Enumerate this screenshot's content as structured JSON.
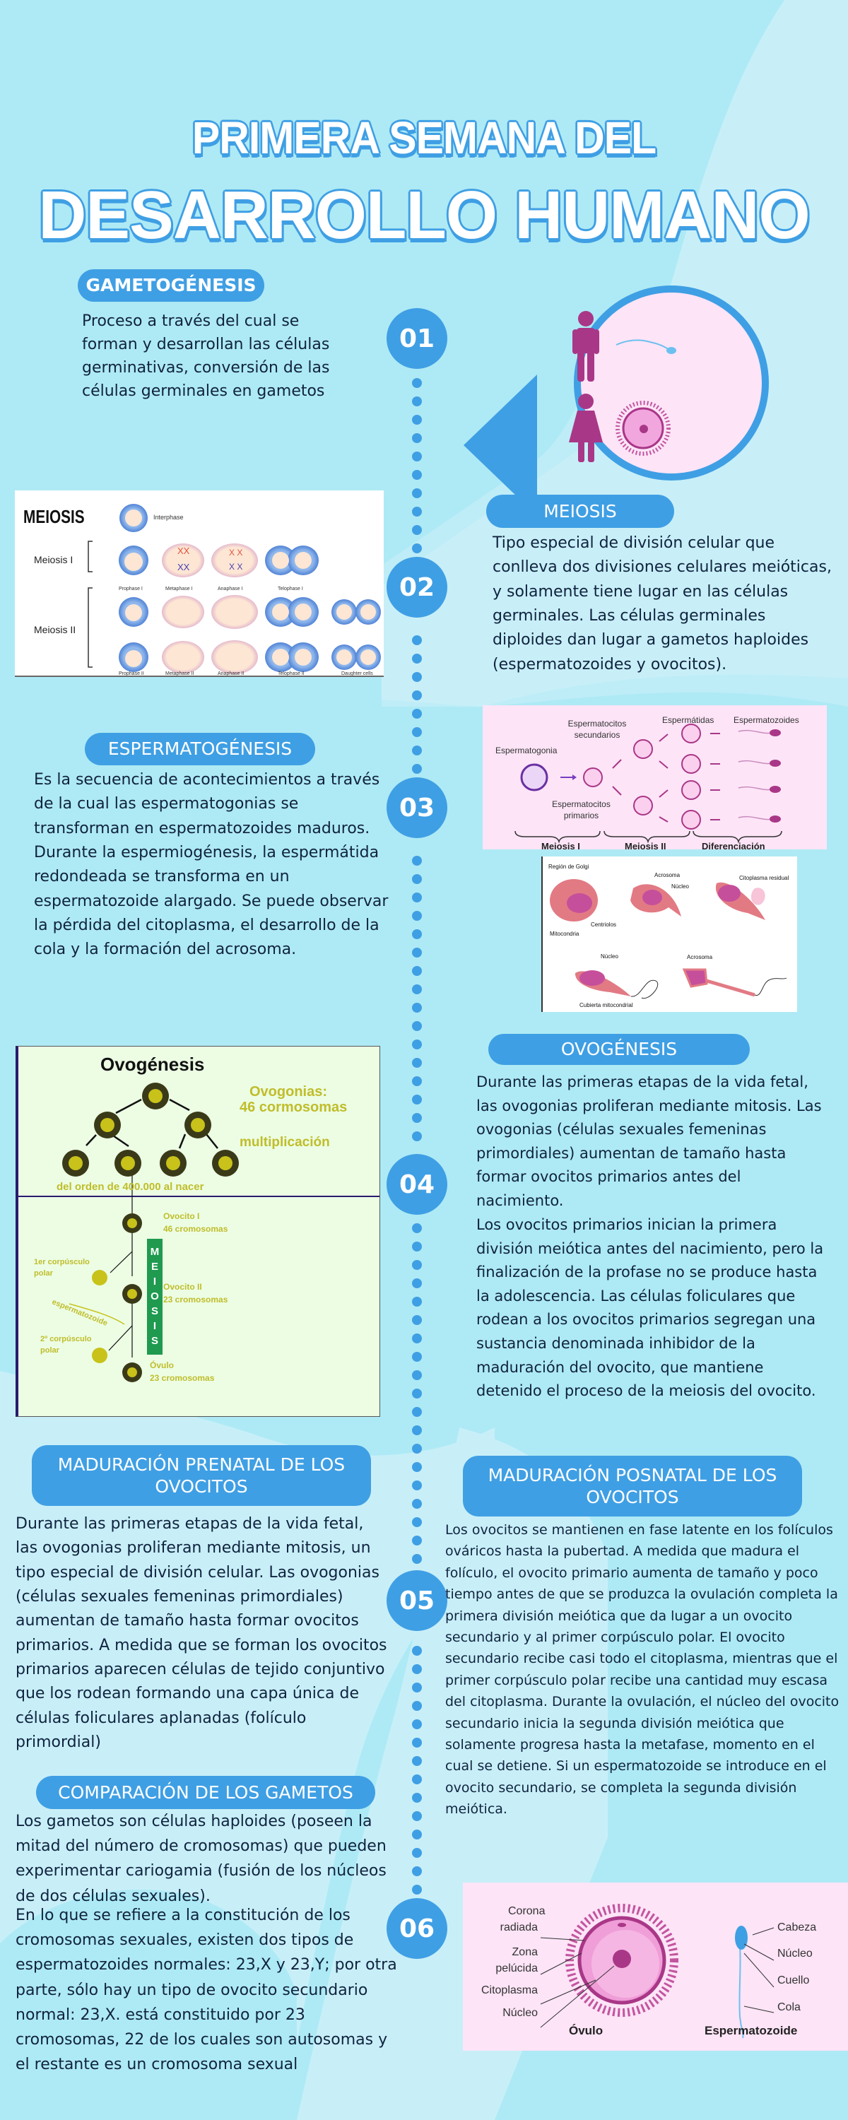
{
  "colors": {
    "background": "#aeeaf5",
    "background_light": "#c8eff8",
    "accent_blue": "#3f9fe4",
    "text_dark": "#10233f",
    "panel_pink": "#fde4f7",
    "magenta": "#a93787"
  },
  "title": {
    "line1": "PRIMERA SEMANA DEL",
    "line2": "DESARROLLO HUMANO"
  },
  "timeline": {
    "badges": [
      "01",
      "02",
      "03",
      "04",
      "05",
      "06"
    ]
  },
  "sections": {
    "gametogenesis": {
      "heading": "GAMETOGÉNESIS",
      "text": "Proceso a través del cual se forman y desarrollan las células germinativas, conversión de las células germinales en gametos",
      "illustration_icons": [
        "male-person-icon",
        "female-person-icon",
        "sperm-icon",
        "ovum-icon"
      ]
    },
    "meiosis": {
      "heading": "MEIOSIS",
      "text": "Tipo especial de división celular que conlleva dos divisiones celulares meióticas, y solamente tiene lugar en las células germinales. Las células germinales diploides dan lugar a gametos haploides (espermatozoides y ovocitos).",
      "diagram": {
        "title": "MEIOSIS",
        "interphase": "Interphase",
        "row_labels": [
          "Meiosis I",
          "Meiosis II"
        ],
        "phases_1": [
          "Prophase I",
          "Metaphase I",
          "Anaphase I",
          "Telophase I"
        ],
        "phases_2": [
          "Prophase II",
          "Metaphase II",
          "Anaphase II",
          "Telophase II",
          "Daughter cells"
        ]
      }
    },
    "espermatogenesis": {
      "heading": "ESPERMATOGÉNESIS",
      "text": "Es la secuencia de acontecimientos a través de la cual las espermatogonias se transforman en espermatozoides maduros. Durante la espermiogénesis, la espermátida redondeada se transforma en un espermatozoide alargado. Se puede observar la pérdida del citoplasma, el desarrollo de la cola y la formación del acrosoma.",
      "diagram1": {
        "espermatogonia": "Espermatogonia",
        "primarios": "Espermatocitos primarios",
        "secundarios": "Espermatocitos secundarios",
        "espermatidas": "Espermátidas",
        "espermatozoides": "Espermatozoides",
        "stages": [
          "Meiosis I",
          "Meiosis II",
          "Diferenciación"
        ]
      },
      "diagram2": {
        "golgi": "Región de Golgi",
        "centriolos": "Centriolos",
        "mitocondria": "Mitocondria",
        "acrosoma1": "Acrosoma",
        "nucleo1": "Núcleo",
        "citoplasma": "Citoplasma residual",
        "nucleo2": "Núcleo",
        "cubierta": "Cubierta mitocondrial",
        "acrosoma2": "Acrosoma"
      }
    },
    "ovogenesis": {
      "heading": "OVOGÉNESIS",
      "text": "Durante las primeras etapas de la vida fetal, las ovogonias proliferan mediante mitosis. Las ovogonias (células sexuales femeninas primordiales) aumentan de tamaño hasta formar ovocitos primarios antes del nacimiento.",
      "text2": "Los ovocitos primarios inician la primera división meiótica antes del nacimiento, pero la finalización de la profase no se produce hasta la adolescencia. Las células foliculares que rodean a los ovocitos primarios segregan una sustancia denominada inhibidor de la maduración del ovocito, que mantiene detenido el proceso de la meiosis del ovocito.",
      "diagram": {
        "title": "Ovogénesis",
        "ovogonias": "Ovogonias:",
        "ovogonias_count": "46 cormosomas",
        "multiplicacion": "multiplicación",
        "orden": "del orden de 400.000 al nacer",
        "ovocito1": "Ovocito I",
        "ovocito1_count": "46 cromosomas",
        "ovocito2": "Ovocito II",
        "ovocito2_count": "23 cromosomas",
        "ovulo": "Óvulo",
        "ovulo_count": "23 cromosomas",
        "corp1": "1er corpúsculo",
        "corp2": "2º corpúsculo",
        "polar": "polar",
        "espermatozoide": "espermatozoide",
        "meiosis_letters": [
          "M",
          "E",
          "I",
          "O",
          "S",
          "I",
          "S"
        ]
      }
    },
    "prenatal": {
      "heading_line1": "MADURACIÓN PRENATAL DE LOS",
      "heading_line2": "OVOCITOS",
      "text": "Durante las primeras etapas de la vida fetal, las ovogonias proliferan mediante mitosis, un tipo especial de división celular. Las ovogonias (células sexuales femeninas primordiales) aumentan de tamaño hasta formar ovocitos primarios. A medida que se forman los ovocitos primarios aparecen células de tejido conjuntivo que los rodean formando una capa única de células foliculares aplanadas (folículo primordial)"
    },
    "posnatal": {
      "heading_line1": "MADURACIÓN POSNATAL DE LOS",
      "heading_line2": "OVOCITOS",
      "text": "Los ovocitos se mantienen en fase latente en los folículos ováricos hasta la pubertad. A medida que madura el folículo, el ovocito primario aumenta de tamaño y poco tiempo antes de que se produzca la ovulación completa la primera división meiótica que da lugar a un ovocito secundario y al primer corpúsculo polar. El ovocito secundario recibe casi todo el citoplasma, mientras que el primer corpúsculo polar recibe una cantidad muy escasa del citoplasma. Durante la ovulación, el núcleo del ovocito secundario inicia la segunda división meiótica que solamente progresa hasta la metafase, momento en el cual se detiene. Si un espermatozoide se introduce en el ovocito secundario, se completa la segunda división meiótica."
    },
    "comparacion": {
      "heading": "COMPARACIÓN DE LOS GAMETOS",
      "text": "Los gametos son células haploides (poseen la mitad del número de cromosomas) que pueden experimentar cariogamia (fusión de los núcleos de dos células sexuales).",
      "text2": "En lo que se refiere a la constitución de los cromosomas sexuales, existen dos tipos de espermatozoides normales: 23,X y 23,Y; por otra parte, sólo hay un tipo de ovocito secundario normal: 23,X. está constituido por 23 cromosomas, 22 de los cuales son autosomas y el restante es un cromosoma sexual",
      "diagram": {
        "corona": "Corona",
        "radiada": "radiada",
        "zona": "Zona",
        "pelucida": "pelúcida",
        "citoplasma": "Citoplasma",
        "nucleo": "Núcleo",
        "ovulo": "Óvulo",
        "cabeza": "Cabeza",
        "nucleo_s": "Núcleo",
        "cuello": "Cuello",
        "cola": "Cola",
        "espermatozoide": "Espermatozoide"
      }
    }
  }
}
